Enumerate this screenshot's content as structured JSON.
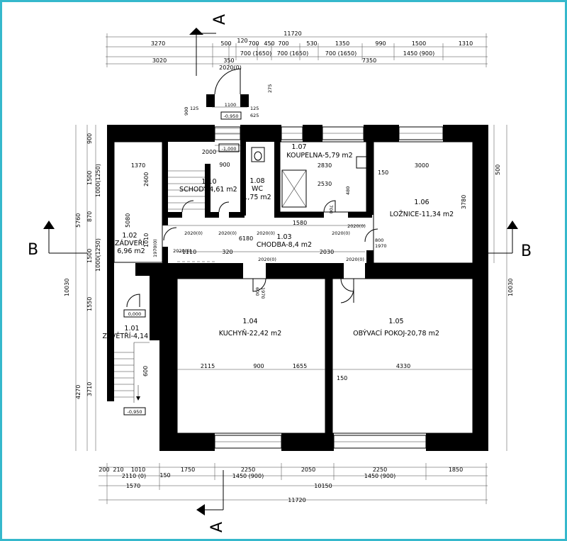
{
  "section_marks": {
    "a": "A",
    "b": "B"
  },
  "rooms": [
    {
      "id": "room-1-01",
      "number": "1.01",
      "name": "ZÁVĚTŘÍ-4,14 m2"
    },
    {
      "id": "room-1-02",
      "number": "1.02",
      "name": "ZÁDVEŘÍ",
      "area": "6,96 m2"
    },
    {
      "id": "room-1-03",
      "number": "1.03",
      "name": "CHODBA-8,4 m2"
    },
    {
      "id": "room-1-04",
      "number": "1.04",
      "name": "KUCHYŇ-22,42 m2"
    },
    {
      "id": "room-1-05",
      "number": "1.05",
      "name": "OBÝVACÍ POKOJ-20,78 m2"
    },
    {
      "id": "room-1-06",
      "number": "1.06",
      "name": "LOŽNICE-11,34 m2"
    },
    {
      "id": "room-1-07",
      "number": "1.07",
      "name": "KOUPELNA-5,79 m2"
    },
    {
      "id": "room-1-08",
      "number": "1.08",
      "name": "WC",
      "area": "1,75 m2"
    },
    {
      "id": "room-1-10",
      "number": "1.10",
      "name": "SCHODY",
      "area": "4,61 m2"
    }
  ],
  "levels": {
    "entrance": "-0,950",
    "stair": "-1,000",
    "porch": "0,000",
    "outside": "-0,950"
  },
  "dims_top": {
    "overall": "11720",
    "row1": [
      "3270",
      "500",
      "120",
      "700",
      "450",
      "700",
      "530",
      "1350",
      "990",
      "1500",
      "1310"
    ],
    "row2": [
      "700 (1650)",
      "700 (1650)",
      "700 (1650)",
      "1450 (900)"
    ],
    "row3": [
      "3020",
      "350",
      "7350"
    ],
    "door_main": "2020(0)"
  },
  "dims_bottom": {
    "row1": [
      "200",
      "210",
      "1010",
      "150",
      "1750",
      "2250",
      "2050",
      "2250",
      "1850"
    ],
    "row2": [
      "2110 (0)",
      "1450 (900)",
      "1450 (900)"
    ],
    "row3": [
      "1570",
      "10150"
    ],
    "overall": "11720"
  },
  "dims_left": [
    "900",
    "1500",
    "1000(1250)",
    "870",
    "1500",
    "1000(1250)",
    "1550",
    "3710",
    "5760",
    "4270",
    "10030",
    "5080",
    "2600",
    "1010"
  ],
  "dims_right": [
    "500",
    "3780",
    "10030"
  ],
  "dims_inner": {
    "kitchen": [
      "2115",
      "900",
      "1655"
    ],
    "living": [
      "4330",
      "150"
    ],
    "corridor": [
      "6180",
      "1580",
      "2030",
      "1110",
      "320"
    ],
    "bath": [
      "2830",
      "2530",
      "3000"
    ],
    "entry": [
      "1370",
      "2000",
      "900",
      "600",
      "150"
    ],
    "porch_top": [
      "1100",
      "900",
      "125",
      "125",
      "625",
      "275"
    ],
    "doors": [
      "2020(0)",
      "2020(0)",
      "2020(0)",
      "2020(0)",
      "2020(0)",
      "2020(0)",
      "2020(0)",
      "2020(0)",
      "1970(0)"
    ],
    "door_marks": [
      "800",
      "1970",
      "600",
      "1970",
      "700",
      "480"
    ]
  }
}
